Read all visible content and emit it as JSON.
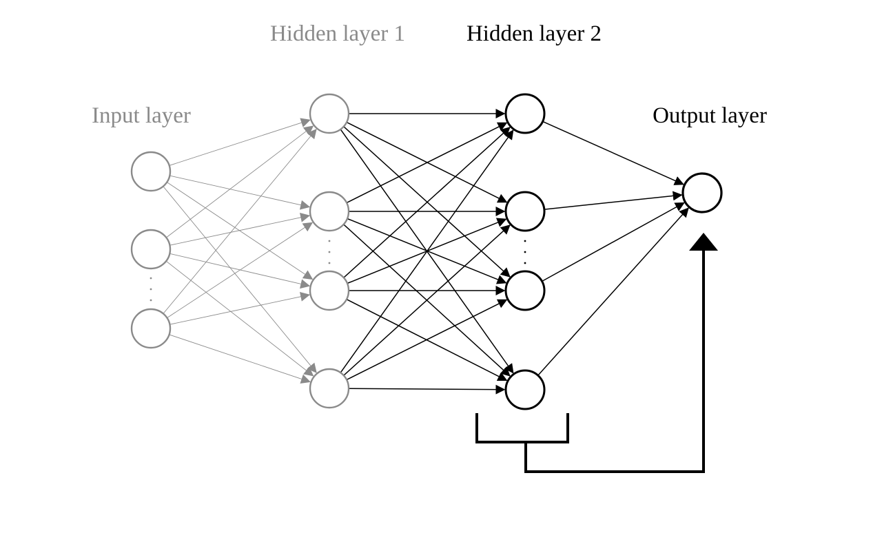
{
  "labels": {
    "input_layer": "Input layer",
    "hidden_layer_1": "Hidden layer 1",
    "hidden_layer_2": "Hidden layer 2",
    "output_layer": "Output layer"
  },
  "colors": {
    "gray": "#8a8a8a",
    "black": "#000000"
  },
  "network": {
    "input_nodes": 3,
    "hidden1_nodes": 4,
    "hidden2_nodes": 4,
    "output_nodes": 1,
    "feedback_from": "hidden_layer_2",
    "feedback_to": "output_layer"
  }
}
